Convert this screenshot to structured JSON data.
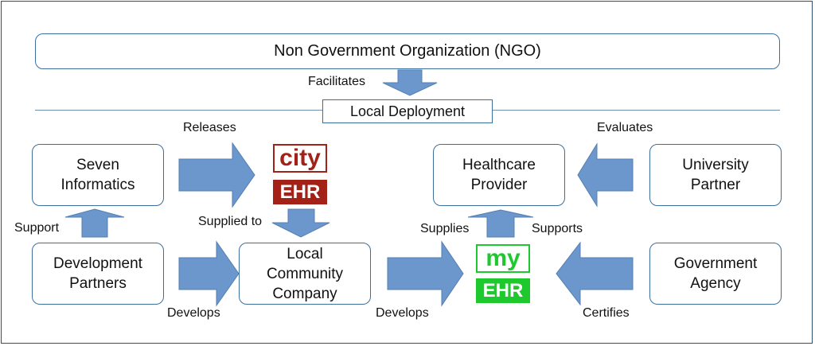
{
  "boxes": {
    "ngo": "Non Government Organization (NGO)",
    "local_deployment": "Local Deployment",
    "seven_informatics": "Seven\nInformatics",
    "development_partners": "Development\nPartners",
    "local_community_company": "Local\nCommunity\nCompany",
    "healthcare_provider": "Healthcare\nProvider",
    "university_partner": "University\nPartner",
    "government_agency": "Government\nAgency"
  },
  "logos": {
    "city_ehr": {
      "top": "city",
      "bottom": "EHR",
      "color": "#a32117"
    },
    "my_ehr": {
      "top": "my",
      "bottom": "EHR",
      "color": "#1ec92e"
    }
  },
  "labels": {
    "facilitates": "Facilitates",
    "releases": "Releases",
    "supplied_to": "Supplied to",
    "support": "Support",
    "develops_1": "Develops",
    "develops_2": "Develops",
    "supplies": "Supplies",
    "supports": "Supports",
    "evaluates": "Evaluates",
    "certifies": "Certifies"
  },
  "colors": {
    "arrow": "#6b97cc",
    "border": "#3c6f9e"
  }
}
